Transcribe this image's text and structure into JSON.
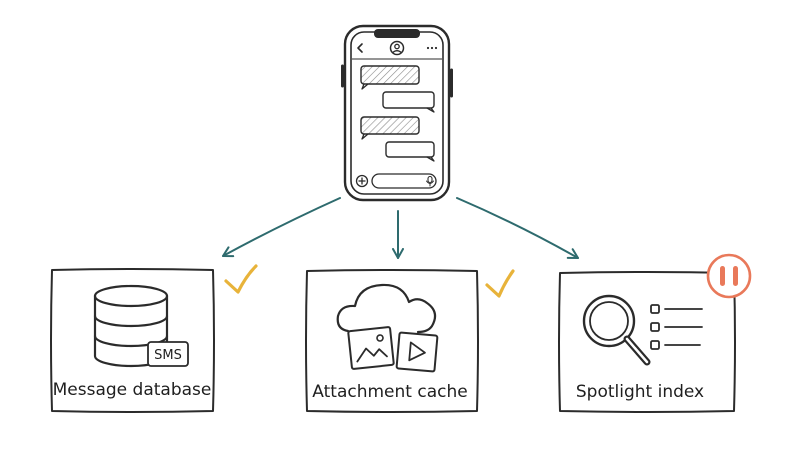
{
  "colors": {
    "ink": "#2b2b2b",
    "arrow": "#2e6b6e",
    "check": "#e8b33a",
    "pause": "#e9795a",
    "bubble_fill": "#d9d9d9",
    "background": "#ffffff"
  },
  "phone": {
    "icons": [
      "back-chevron-icon",
      "contact-avatar-icon",
      "more-dots-icon",
      "plus-icon",
      "microphone-icon"
    ],
    "bubbles": [
      "incoming",
      "outgoing",
      "incoming",
      "outgoing"
    ]
  },
  "targets": [
    {
      "label": "Message database",
      "icon": "database-icon",
      "badge": "SMS",
      "status": "check-icon",
      "status_meaning": "done"
    },
    {
      "label": "Attachment cache",
      "icon": "cloud-media-icon",
      "status": "check-icon",
      "status_meaning": "done"
    },
    {
      "label": "Spotlight index",
      "icon": "magnifier-list-icon",
      "status": "pause-icon",
      "status_meaning": "paused"
    }
  ]
}
